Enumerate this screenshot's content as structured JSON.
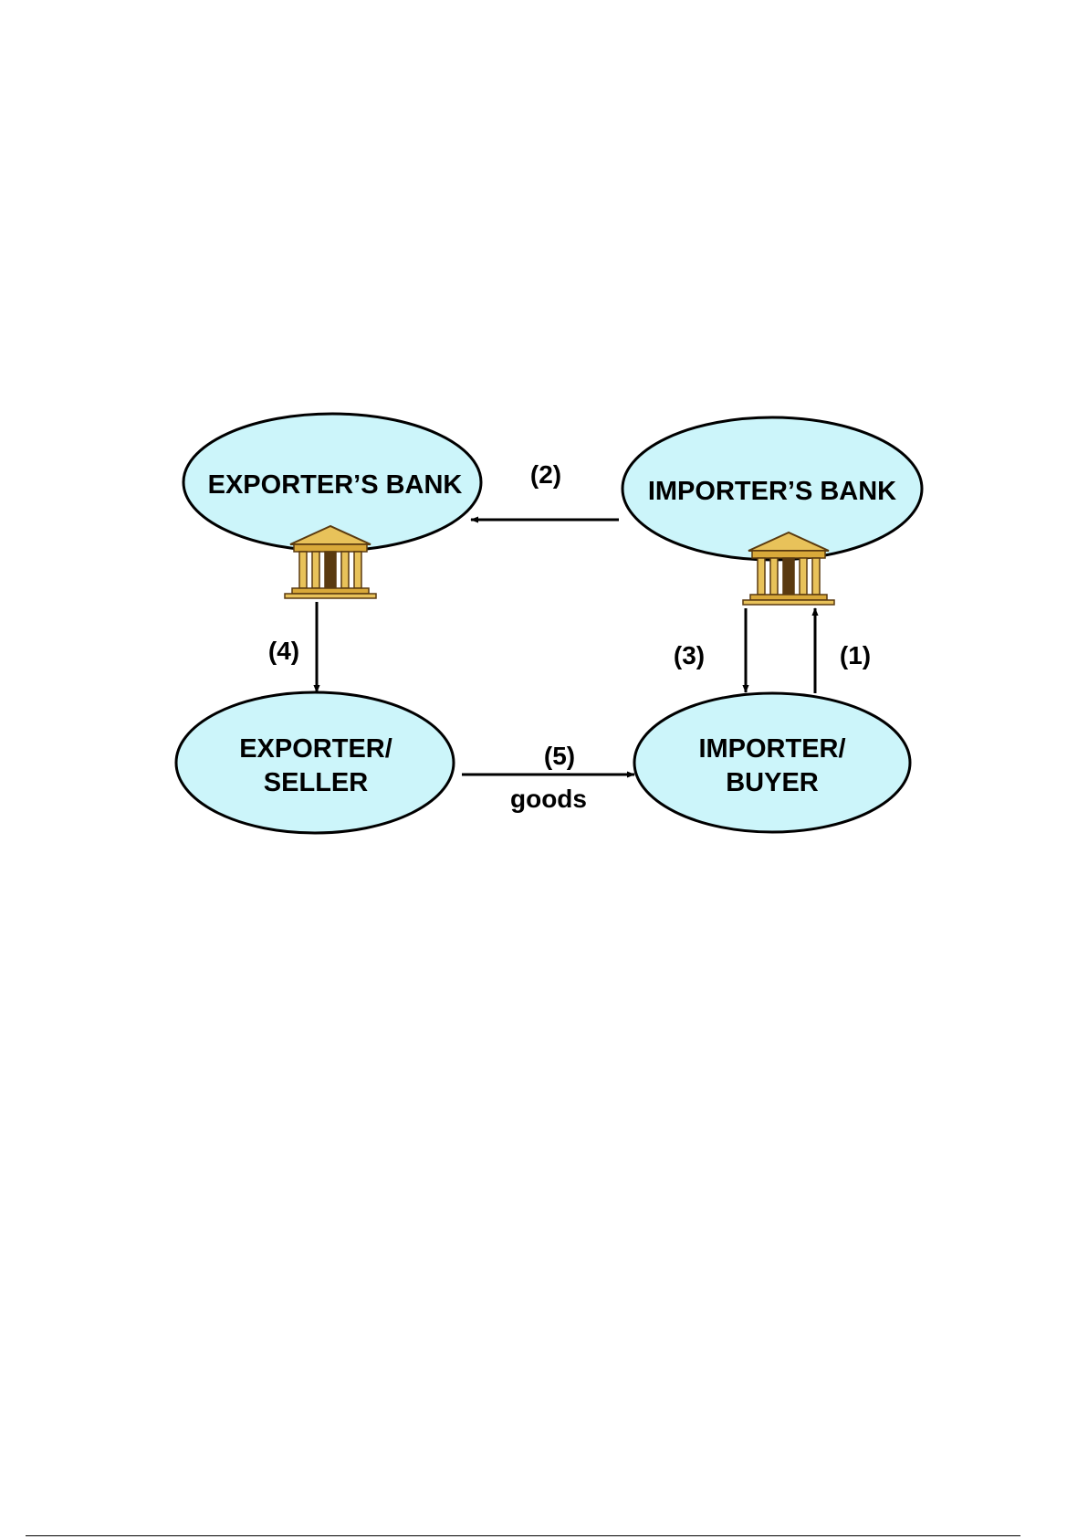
{
  "nodes": {
    "exporters_bank": {
      "line1": "EXPORTER’S BANK"
    },
    "importers_bank": {
      "line1": "IMPORTER’S BANK"
    },
    "exporter": {
      "line1": "EXPORTER/",
      "line2": "SELLER"
    },
    "importer": {
      "line1": "IMPORTER/",
      "line2": "BUYER"
    }
  },
  "steps": {
    "s1": "(1)",
    "s2": "(2)",
    "s3": "(3)",
    "s4": "(4)",
    "s5": "(5)",
    "goods": "goods"
  },
  "colors": {
    "ellipse_fill": "#ccf5fa",
    "ellipse_stroke": "#000000",
    "bank_gold": "#e8c25a",
    "bank_dark": "#5a3a10"
  },
  "icons": [
    "bank-building-icon",
    "bank-building-icon"
  ]
}
